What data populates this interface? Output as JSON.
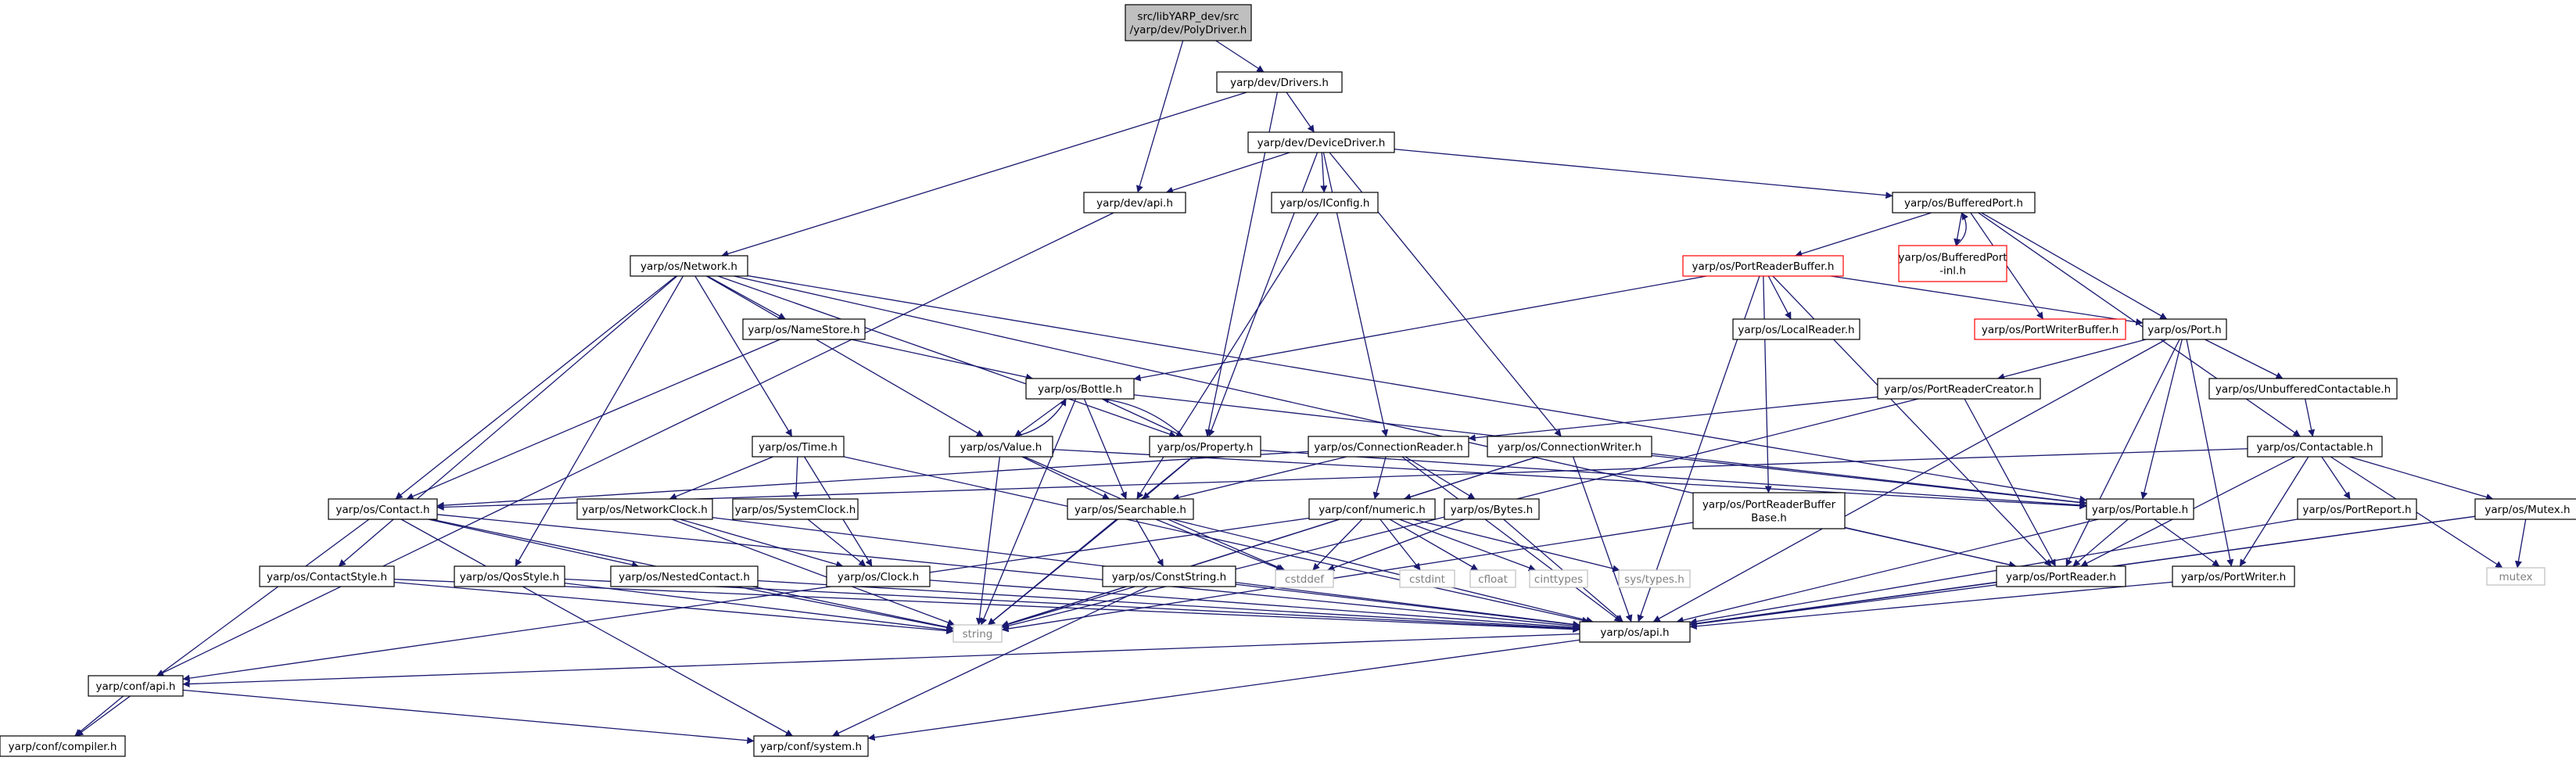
{
  "nodes": {
    "polydriver": {
      "lines": [
        "src/libYARP_dev/src",
        "/yarp/dev/PolyDriver.h"
      ],
      "style": "root"
    },
    "drivers": {
      "lines": [
        "yarp/dev/Drivers.h"
      ],
      "style": "normal"
    },
    "devicedriver": {
      "lines": [
        "yarp/dev/DeviceDriver.h"
      ],
      "style": "normal"
    },
    "devapi": {
      "lines": [
        "yarp/dev/api.h"
      ],
      "style": "normal"
    },
    "iconfig": {
      "lines": [
        "yarp/os/IConfig.h"
      ],
      "style": "normal"
    },
    "bufferedport": {
      "lines": [
        "yarp/os/BufferedPort.h"
      ],
      "style": "normal"
    },
    "bufferedportinl": {
      "lines": [
        "yarp/os/BufferedPort",
        "-inl.h"
      ],
      "style": "red"
    },
    "network": {
      "lines": [
        "yarp/os/Network.h"
      ],
      "style": "normal"
    },
    "portreaderbuffer": {
      "lines": [
        "yarp/os/PortReaderBuffer.h"
      ],
      "style": "red"
    },
    "namestore": {
      "lines": [
        "yarp/os/NameStore.h"
      ],
      "style": "normal"
    },
    "localreader": {
      "lines": [
        "yarp/os/LocalReader.h"
      ],
      "style": "normal"
    },
    "portwriterbuffer": {
      "lines": [
        "yarp/os/PortWriterBuffer.h"
      ],
      "style": "red"
    },
    "port": {
      "lines": [
        "yarp/os/Port.h"
      ],
      "style": "normal"
    },
    "bottle": {
      "lines": [
        "yarp/os/Bottle.h"
      ],
      "style": "normal"
    },
    "portreadercreator": {
      "lines": [
        "yarp/os/PortReaderCreator.h"
      ],
      "style": "normal"
    },
    "unbufferedcontactable": {
      "lines": [
        "yarp/os/UnbufferedContactable.h"
      ],
      "style": "normal"
    },
    "time": {
      "lines": [
        "yarp/os/Time.h"
      ],
      "style": "normal"
    },
    "value": {
      "lines": [
        "yarp/os/Value.h"
      ],
      "style": "normal"
    },
    "property": {
      "lines": [
        "yarp/os/Property.h"
      ],
      "style": "normal"
    },
    "connectionreader": {
      "lines": [
        "yarp/os/ConnectionReader.h"
      ],
      "style": "normal"
    },
    "connectionwriter": {
      "lines": [
        "yarp/os/ConnectionWriter.h"
      ],
      "style": "normal"
    },
    "contactable": {
      "lines": [
        "yarp/os/Contactable.h"
      ],
      "style": "normal"
    },
    "contact": {
      "lines": [
        "yarp/os/Contact.h"
      ],
      "style": "normal"
    },
    "networkclock": {
      "lines": [
        "yarp/os/NetworkClock.h"
      ],
      "style": "normal"
    },
    "systemclock": {
      "lines": [
        "yarp/os/SystemClock.h"
      ],
      "style": "normal"
    },
    "searchable": {
      "lines": [
        "yarp/os/Searchable.h"
      ],
      "style": "normal"
    },
    "confnumeric": {
      "lines": [
        "yarp/conf/numeric.h"
      ],
      "style": "normal"
    },
    "bytes": {
      "lines": [
        "yarp/os/Bytes.h"
      ],
      "style": "normal"
    },
    "portreaderbufferbase": {
      "lines": [
        "yarp/os/PortReaderBuffer",
        "Base.h"
      ],
      "style": "normal"
    },
    "portable": {
      "lines": [
        "yarp/os/Portable.h"
      ],
      "style": "normal"
    },
    "portreport": {
      "lines": [
        "yarp/os/PortReport.h"
      ],
      "style": "normal"
    },
    "mutexh": {
      "lines": [
        "yarp/os/Mutex.h"
      ],
      "style": "normal"
    },
    "contactstyle": {
      "lines": [
        "yarp/os/ContactStyle.h"
      ],
      "style": "normal"
    },
    "qosstyle": {
      "lines": [
        "yarp/os/QosStyle.h"
      ],
      "style": "normal"
    },
    "nestedcontact": {
      "lines": [
        "yarp/os/NestedContact.h"
      ],
      "style": "normal"
    },
    "clock": {
      "lines": [
        "yarp/os/Clock.h"
      ],
      "style": "normal"
    },
    "conststring": {
      "lines": [
        "yarp/os/ConstString.h"
      ],
      "style": "normal"
    },
    "cstddef": {
      "lines": [
        "cstddef"
      ],
      "style": "system"
    },
    "cstdint": {
      "lines": [
        "cstdint"
      ],
      "style": "system"
    },
    "cfloat": {
      "lines": [
        "cfloat"
      ],
      "style": "system"
    },
    "cinttypes": {
      "lines": [
        "cinttypes"
      ],
      "style": "system"
    },
    "systypes": {
      "lines": [
        "sys/types.h"
      ],
      "style": "system"
    },
    "portreader": {
      "lines": [
        "yarp/os/PortReader.h"
      ],
      "style": "normal"
    },
    "portwriter": {
      "lines": [
        "yarp/os/PortWriter.h"
      ],
      "style": "normal"
    },
    "mutexstd": {
      "lines": [
        "mutex"
      ],
      "style": "system"
    },
    "string": {
      "lines": [
        "string"
      ],
      "style": "system"
    },
    "osapi": {
      "lines": [
        "yarp/os/api.h"
      ],
      "style": "normal"
    },
    "confapi": {
      "lines": [
        "yarp/conf/api.h"
      ],
      "style": "normal"
    },
    "confcompiler": {
      "lines": [
        "yarp/conf/compiler.h"
      ],
      "style": "normal"
    },
    "confsystem": {
      "lines": [
        "yarp/conf/system.h"
      ],
      "style": "normal"
    }
  },
  "edges": [
    [
      "polydriver",
      "drivers"
    ],
    [
      "polydriver",
      "devapi"
    ],
    [
      "drivers",
      "devicedriver"
    ],
    [
      "drivers",
      "network"
    ],
    [
      "drivers",
      "property"
    ],
    [
      "devicedriver",
      "devapi"
    ],
    [
      "devicedriver",
      "iconfig"
    ],
    [
      "devicedriver",
      "bufferedport"
    ],
    [
      "devicedriver",
      "property"
    ],
    [
      "devicedriver",
      "connectionreader"
    ],
    [
      "devicedriver",
      "connectionwriter"
    ],
    [
      "devapi",
      "confapi"
    ],
    [
      "iconfig",
      "searchable"
    ],
    [
      "bufferedport",
      "bufferedportinl"
    ],
    [
      "bufferedportinl",
      "bufferedport"
    ],
    [
      "bufferedport",
      "portreaderbuffer"
    ],
    [
      "bufferedport",
      "portwriterbuffer"
    ],
    [
      "bufferedport",
      "port"
    ],
    [
      "bufferedport",
      "contactable"
    ],
    [
      "network",
      "namestore"
    ],
    [
      "network",
      "time"
    ],
    [
      "network",
      "value"
    ],
    [
      "network",
      "property"
    ],
    [
      "network",
      "contact"
    ],
    [
      "network",
      "contactstyle"
    ],
    [
      "network",
      "qosstyle"
    ],
    [
      "network",
      "portable"
    ],
    [
      "network",
      "portreader"
    ],
    [
      "portreaderbuffer",
      "localreader"
    ],
    [
      "portreaderbuffer",
      "port"
    ],
    [
      "portreaderbuffer",
      "bottle"
    ],
    [
      "portreaderbuffer",
      "portreaderbufferbase"
    ],
    [
      "portreaderbuffer",
      "portreader"
    ],
    [
      "portreaderbuffer",
      "osapi"
    ],
    [
      "namestore",
      "contact"
    ],
    [
      "namestore",
      "bottle"
    ],
    [
      "port",
      "portreadercreator"
    ],
    [
      "port",
      "unbufferedcontactable"
    ],
    [
      "port",
      "portreader"
    ],
    [
      "port",
      "portwriter"
    ],
    [
      "port",
      "portable"
    ],
    [
      "port",
      "osapi"
    ],
    [
      "bottle",
      "value"
    ],
    [
      "value",
      "bottle"
    ],
    [
      "bottle",
      "property"
    ],
    [
      "property",
      "bottle"
    ],
    [
      "bottle",
      "searchable"
    ],
    [
      "bottle",
      "portable"
    ],
    [
      "bottle",
      "string"
    ],
    [
      "portreadercreator",
      "portreader"
    ],
    [
      "portreadercreator",
      "connectionreader"
    ],
    [
      "portreadercreator",
      "string"
    ],
    [
      "unbufferedcontactable",
      "contactable"
    ],
    [
      "time",
      "networkclock"
    ],
    [
      "time",
      "systemclock"
    ],
    [
      "time",
      "clock"
    ],
    [
      "time",
      "osapi"
    ],
    [
      "value",
      "searchable"
    ],
    [
      "value",
      "portable"
    ],
    [
      "value",
      "cstddef"
    ],
    [
      "value",
      "string"
    ],
    [
      "property",
      "searchable"
    ],
    [
      "property",
      "portable"
    ],
    [
      "property",
      "string"
    ],
    [
      "connectionreader",
      "searchable"
    ],
    [
      "connectionreader",
      "bytes"
    ],
    [
      "connectionreader",
      "confnumeric"
    ],
    [
      "connectionreader",
      "contact"
    ],
    [
      "connectionreader",
      "osapi"
    ],
    [
      "connectionwriter",
      "portable"
    ],
    [
      "connectionwriter",
      "confnumeric"
    ],
    [
      "connectionwriter",
      "osapi"
    ],
    [
      "connectionwriter",
      "string"
    ],
    [
      "contactable",
      "contact"
    ],
    [
      "contactable",
      "portreport"
    ],
    [
      "contactable",
      "mutexh"
    ],
    [
      "contactable",
      "portreader"
    ],
    [
      "contactable",
      "portwriter"
    ],
    [
      "contactable",
      "mutexstd"
    ],
    [
      "contact",
      "nestedcontact"
    ],
    [
      "contact",
      "string"
    ],
    [
      "contact",
      "confsystem"
    ],
    [
      "contact",
      "confcompiler"
    ],
    [
      "contact",
      "osapi"
    ],
    [
      "networkclock",
      "clock"
    ],
    [
      "networkclock",
      "string"
    ],
    [
      "networkclock",
      "osapi"
    ],
    [
      "systemclock",
      "clock"
    ],
    [
      "searchable",
      "conststring"
    ],
    [
      "searchable",
      "cstddef"
    ],
    [
      "searchable",
      "string"
    ],
    [
      "searchable",
      "osapi"
    ],
    [
      "confnumeric",
      "cstddef"
    ],
    [
      "confnumeric",
      "cstdint"
    ],
    [
      "confnumeric",
      "cfloat"
    ],
    [
      "confnumeric",
      "cinttypes"
    ],
    [
      "confnumeric",
      "systypes"
    ],
    [
      "confnumeric",
      "confapi"
    ],
    [
      "confnumeric",
      "string"
    ],
    [
      "bytes",
      "cstddef"
    ],
    [
      "bytes",
      "osapi"
    ],
    [
      "portreaderbufferbase",
      "portreader"
    ],
    [
      "portreaderbufferbase",
      "string"
    ],
    [
      "portable",
      "portreader"
    ],
    [
      "portable",
      "portwriter"
    ],
    [
      "portable",
      "osapi"
    ],
    [
      "portreport",
      "osapi"
    ],
    [
      "mutexh",
      "mutexstd"
    ],
    [
      "mutexh",
      "osapi"
    ],
    [
      "mutexh",
      "confsystem"
    ],
    [
      "contactstyle",
      "string"
    ],
    [
      "contactstyle",
      "osapi"
    ],
    [
      "qosstyle",
      "string"
    ],
    [
      "qosstyle",
      "osapi"
    ],
    [
      "nestedcontact",
      "string"
    ],
    [
      "nestedcontact",
      "osapi"
    ],
    [
      "clock",
      "osapi"
    ],
    [
      "conststring",
      "string"
    ],
    [
      "conststring",
      "osapi"
    ],
    [
      "conststring",
      "confsystem"
    ],
    [
      "portreader",
      "osapi"
    ],
    [
      "portwriter",
      "osapi"
    ],
    [
      "osapi",
      "confapi"
    ],
    [
      "confapi",
      "confcompiler"
    ],
    [
      "confapi",
      "confsystem"
    ]
  ],
  "colors": {
    "edge": "#191970",
    "border_normal": "#000000",
    "border_red": "#ff0000",
    "border_system": "#bfbfbf",
    "root_fill": "#bfbfbf",
    "text": "#000000",
    "text_system": "#7f7f7f"
  }
}
